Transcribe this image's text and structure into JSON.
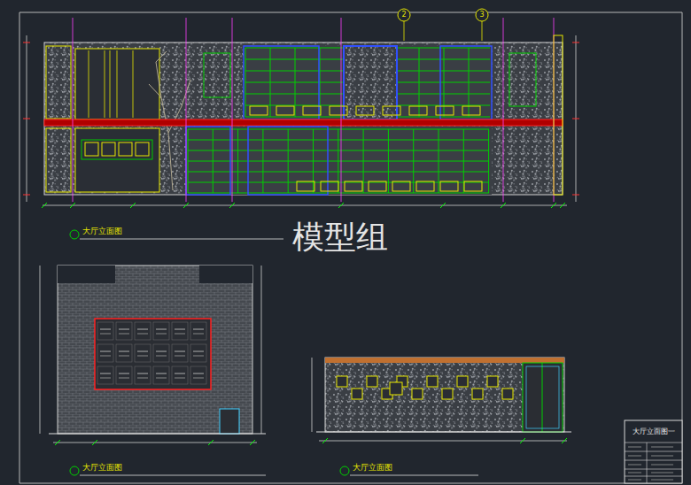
{
  "diagram": {
    "nodes": [
      {
        "text": [
          "大厅立面图一"
        ]
      }
    ],
    "labels": [
      "大厅立面图",
      "大厅立面图",
      "大厅立面图",
      "模型组",
      "2",
      "3"
    ]
  }
}
